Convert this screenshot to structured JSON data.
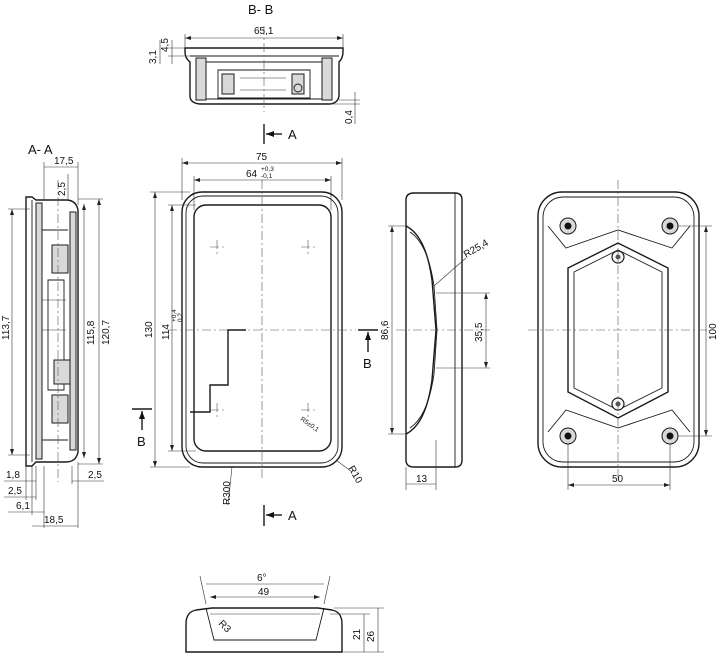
{
  "section_labels": {
    "bb": "B- B",
    "aa": "A- A",
    "a_top": "A",
    "a_bottom": "A",
    "b_left": "B",
    "b_right": "B"
  },
  "dims": {
    "bb_width": "65,1",
    "bb_31": "3,1",
    "bb_45": "4,5",
    "bb_04": "0,4",
    "aa_175": "17,5",
    "aa_25_top": "2,5",
    "aa_1137": "113,7",
    "aa_1158": "115,8",
    "aa_1207": "120,7",
    "aa_18": "1,8",
    "aa_25_a": "2,5",
    "aa_61": "6,1",
    "aa_185": "18,5",
    "aa_25_b": "2,5",
    "front_75": "75",
    "front_64": "64",
    "front_64_tol_up": "+0,3",
    "front_64_tol_dn": "-0,1",
    "front_130": "130",
    "front_114": "114",
    "front_114_tol_up": "+0,4",
    "front_114_tol_dn": "0,2",
    "front_r300": "R300",
    "front_r10": "R10",
    "front_r55": "R5±0,1",
    "side_r254": "R25,4",
    "side_866": "86,6",
    "side_355": "35,5",
    "side_13": "13",
    "back_100": "100",
    "back_50": "50",
    "bot_6deg": "6°",
    "bot_49": "49",
    "bot_r3": "R3",
    "bot_21": "21",
    "bot_26": "26"
  }
}
